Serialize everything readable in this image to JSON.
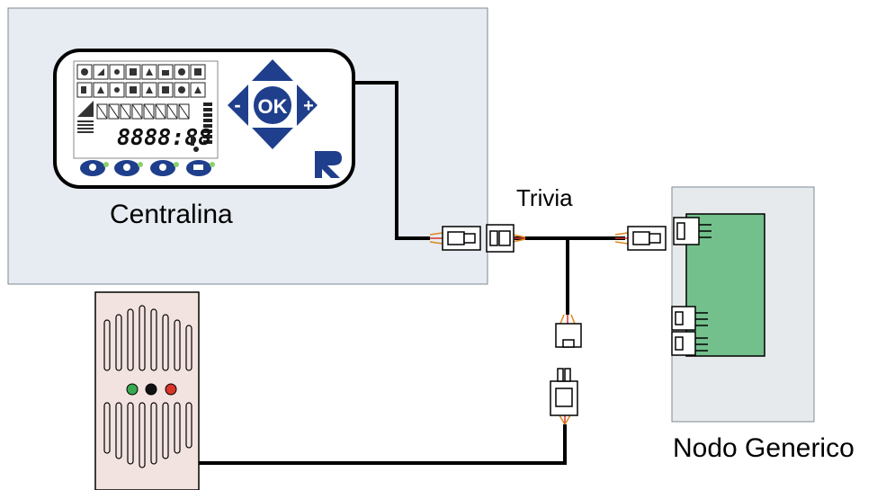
{
  "labels": {
    "centralina": "Centralina",
    "trivia": "Trivia",
    "nodo_generico": "Nodo Generico"
  },
  "keypad": {
    "ok": "OK",
    "minus": "-",
    "plus": "+"
  },
  "lcd": {
    "digits": "8888:88"
  },
  "colors": {
    "panel_fill": "#e6ecf1",
    "keypad_blue": "#1f3f8c",
    "pcb_green": "#73c08d",
    "node_box": "#e7eaec",
    "cable": "#000000",
    "led_green": "#3aa850",
    "led_black": "#111111",
    "led_red": "#d8352a"
  }
}
